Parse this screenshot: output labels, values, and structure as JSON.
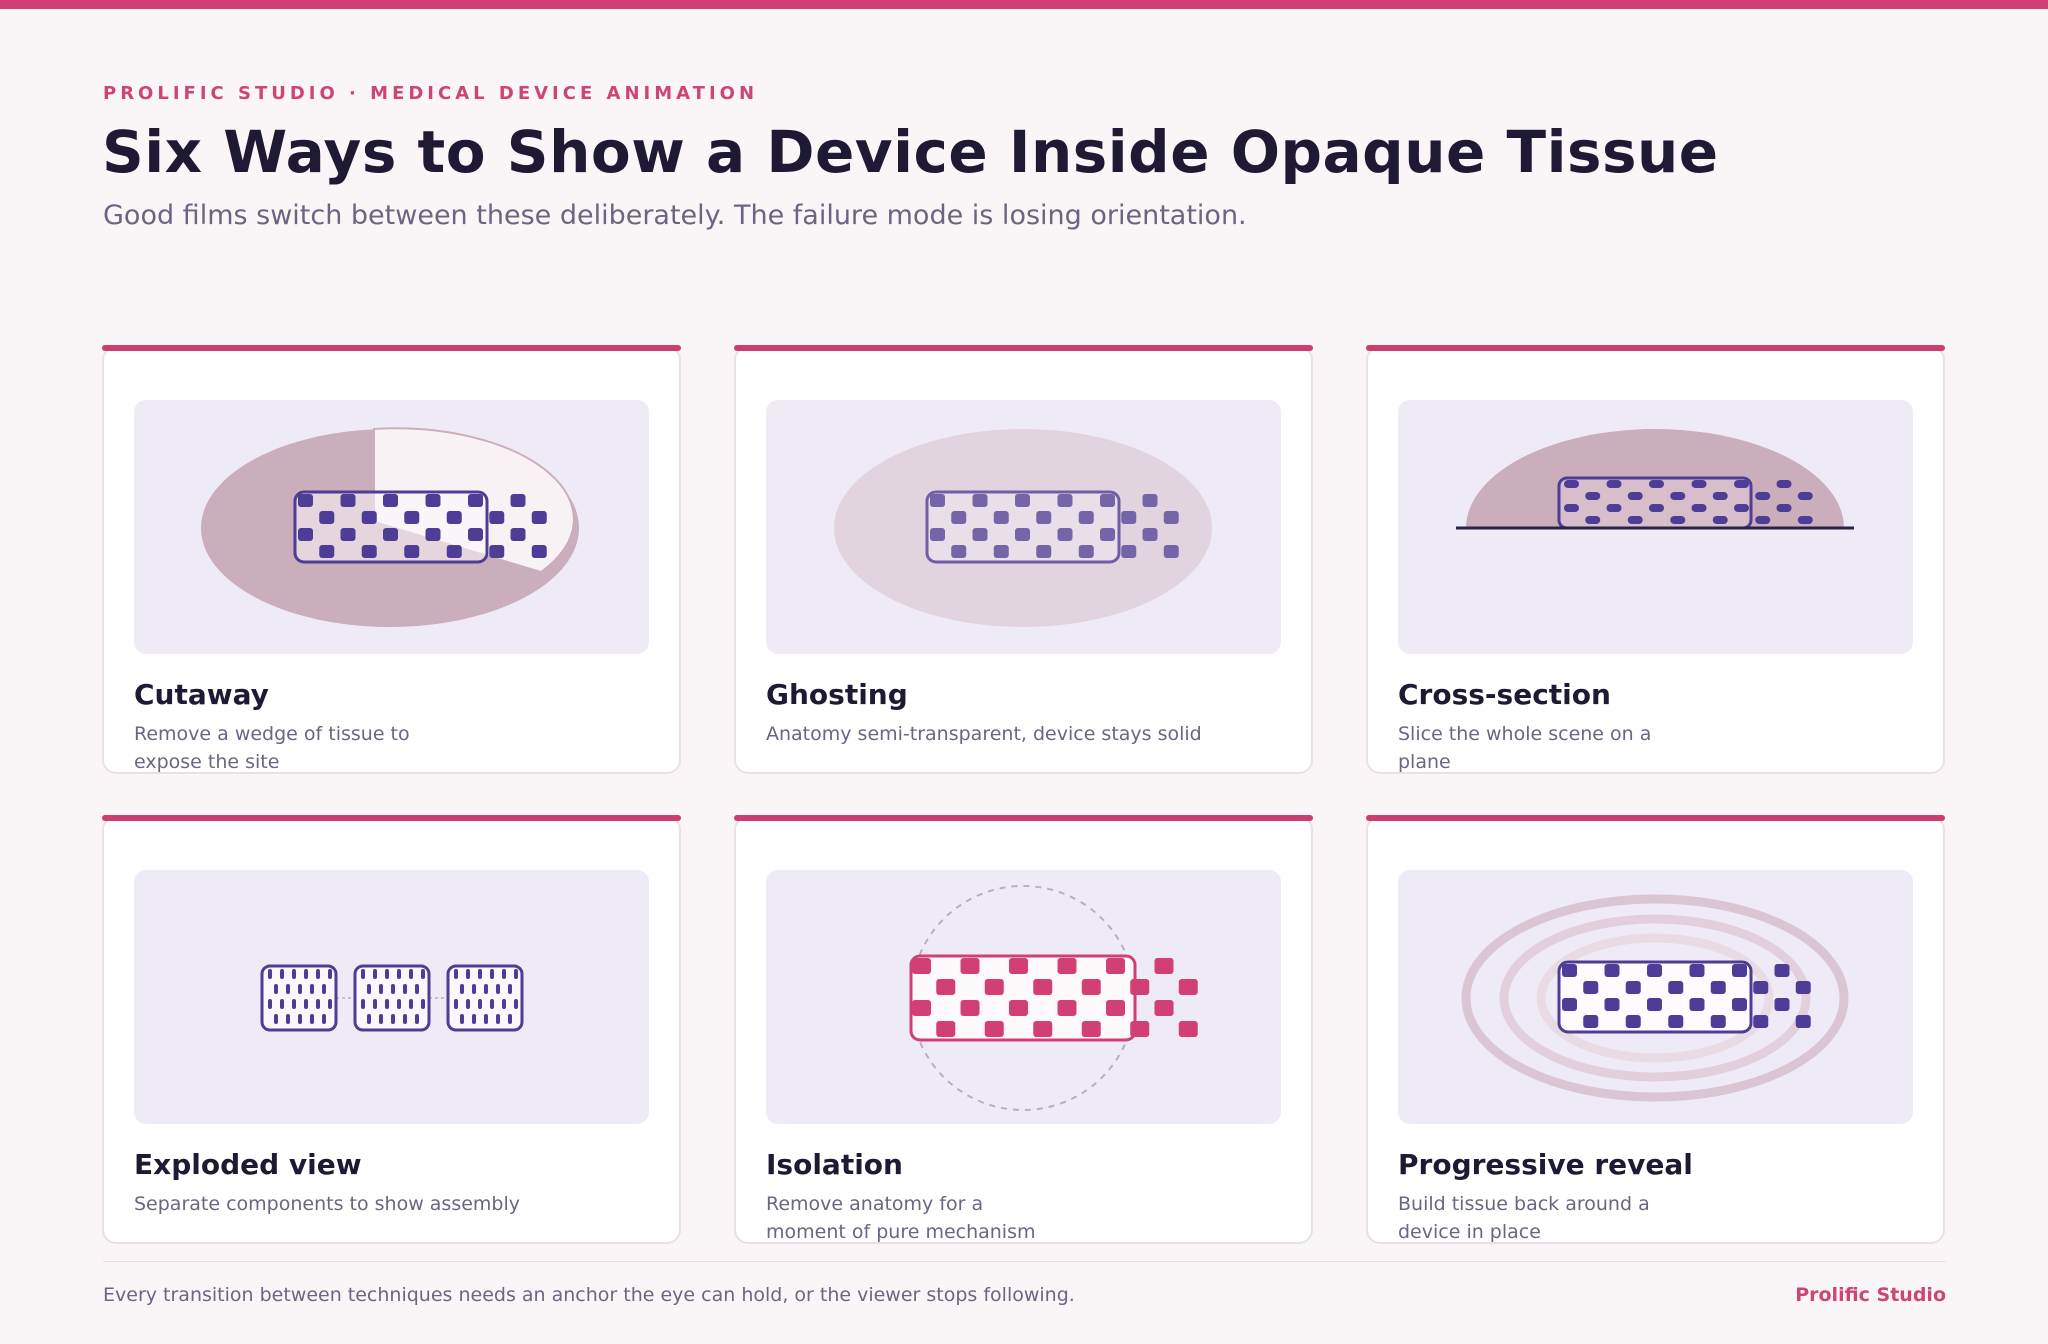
{
  "header": {
    "eyebrow": "PROLIFIC STUDIO · MEDICAL DEVICE ANIMATION",
    "title": "Six Ways to Show a Device Inside Opaque Tissue",
    "subtitle": "Good films switch between these deliberately. The failure mode is losing orientation."
  },
  "cards": [
    {
      "title": "Cutaway",
      "description": "Remove a wedge of tissue to expose the site"
    },
    {
      "title": "Ghosting",
      "description": "Anatomy semi-transparent, device stays solid"
    },
    {
      "title": "Cross-section",
      "description": "Slice the whole scene on a plane"
    },
    {
      "title": "Exploded view",
      "description": "Separate components to show assembly"
    },
    {
      "title": "Isolation",
      "description": "Remove anatomy for a moment of pure mechanism"
    },
    {
      "title": "Progressive reveal",
      "description": "Build tissue back around a device in place"
    }
  ],
  "footer": {
    "note": "Every transition between techniques needs an anchor the eye can hold, or the viewer stops following.",
    "brand": "Prolific Studio"
  },
  "colors": {
    "accent": "#d23f74",
    "device": "#4d3d96",
    "tissue": "#cbaebc",
    "ink": "#1f1a33",
    "muted": "#6c6582",
    "panel": "#efebf6"
  }
}
